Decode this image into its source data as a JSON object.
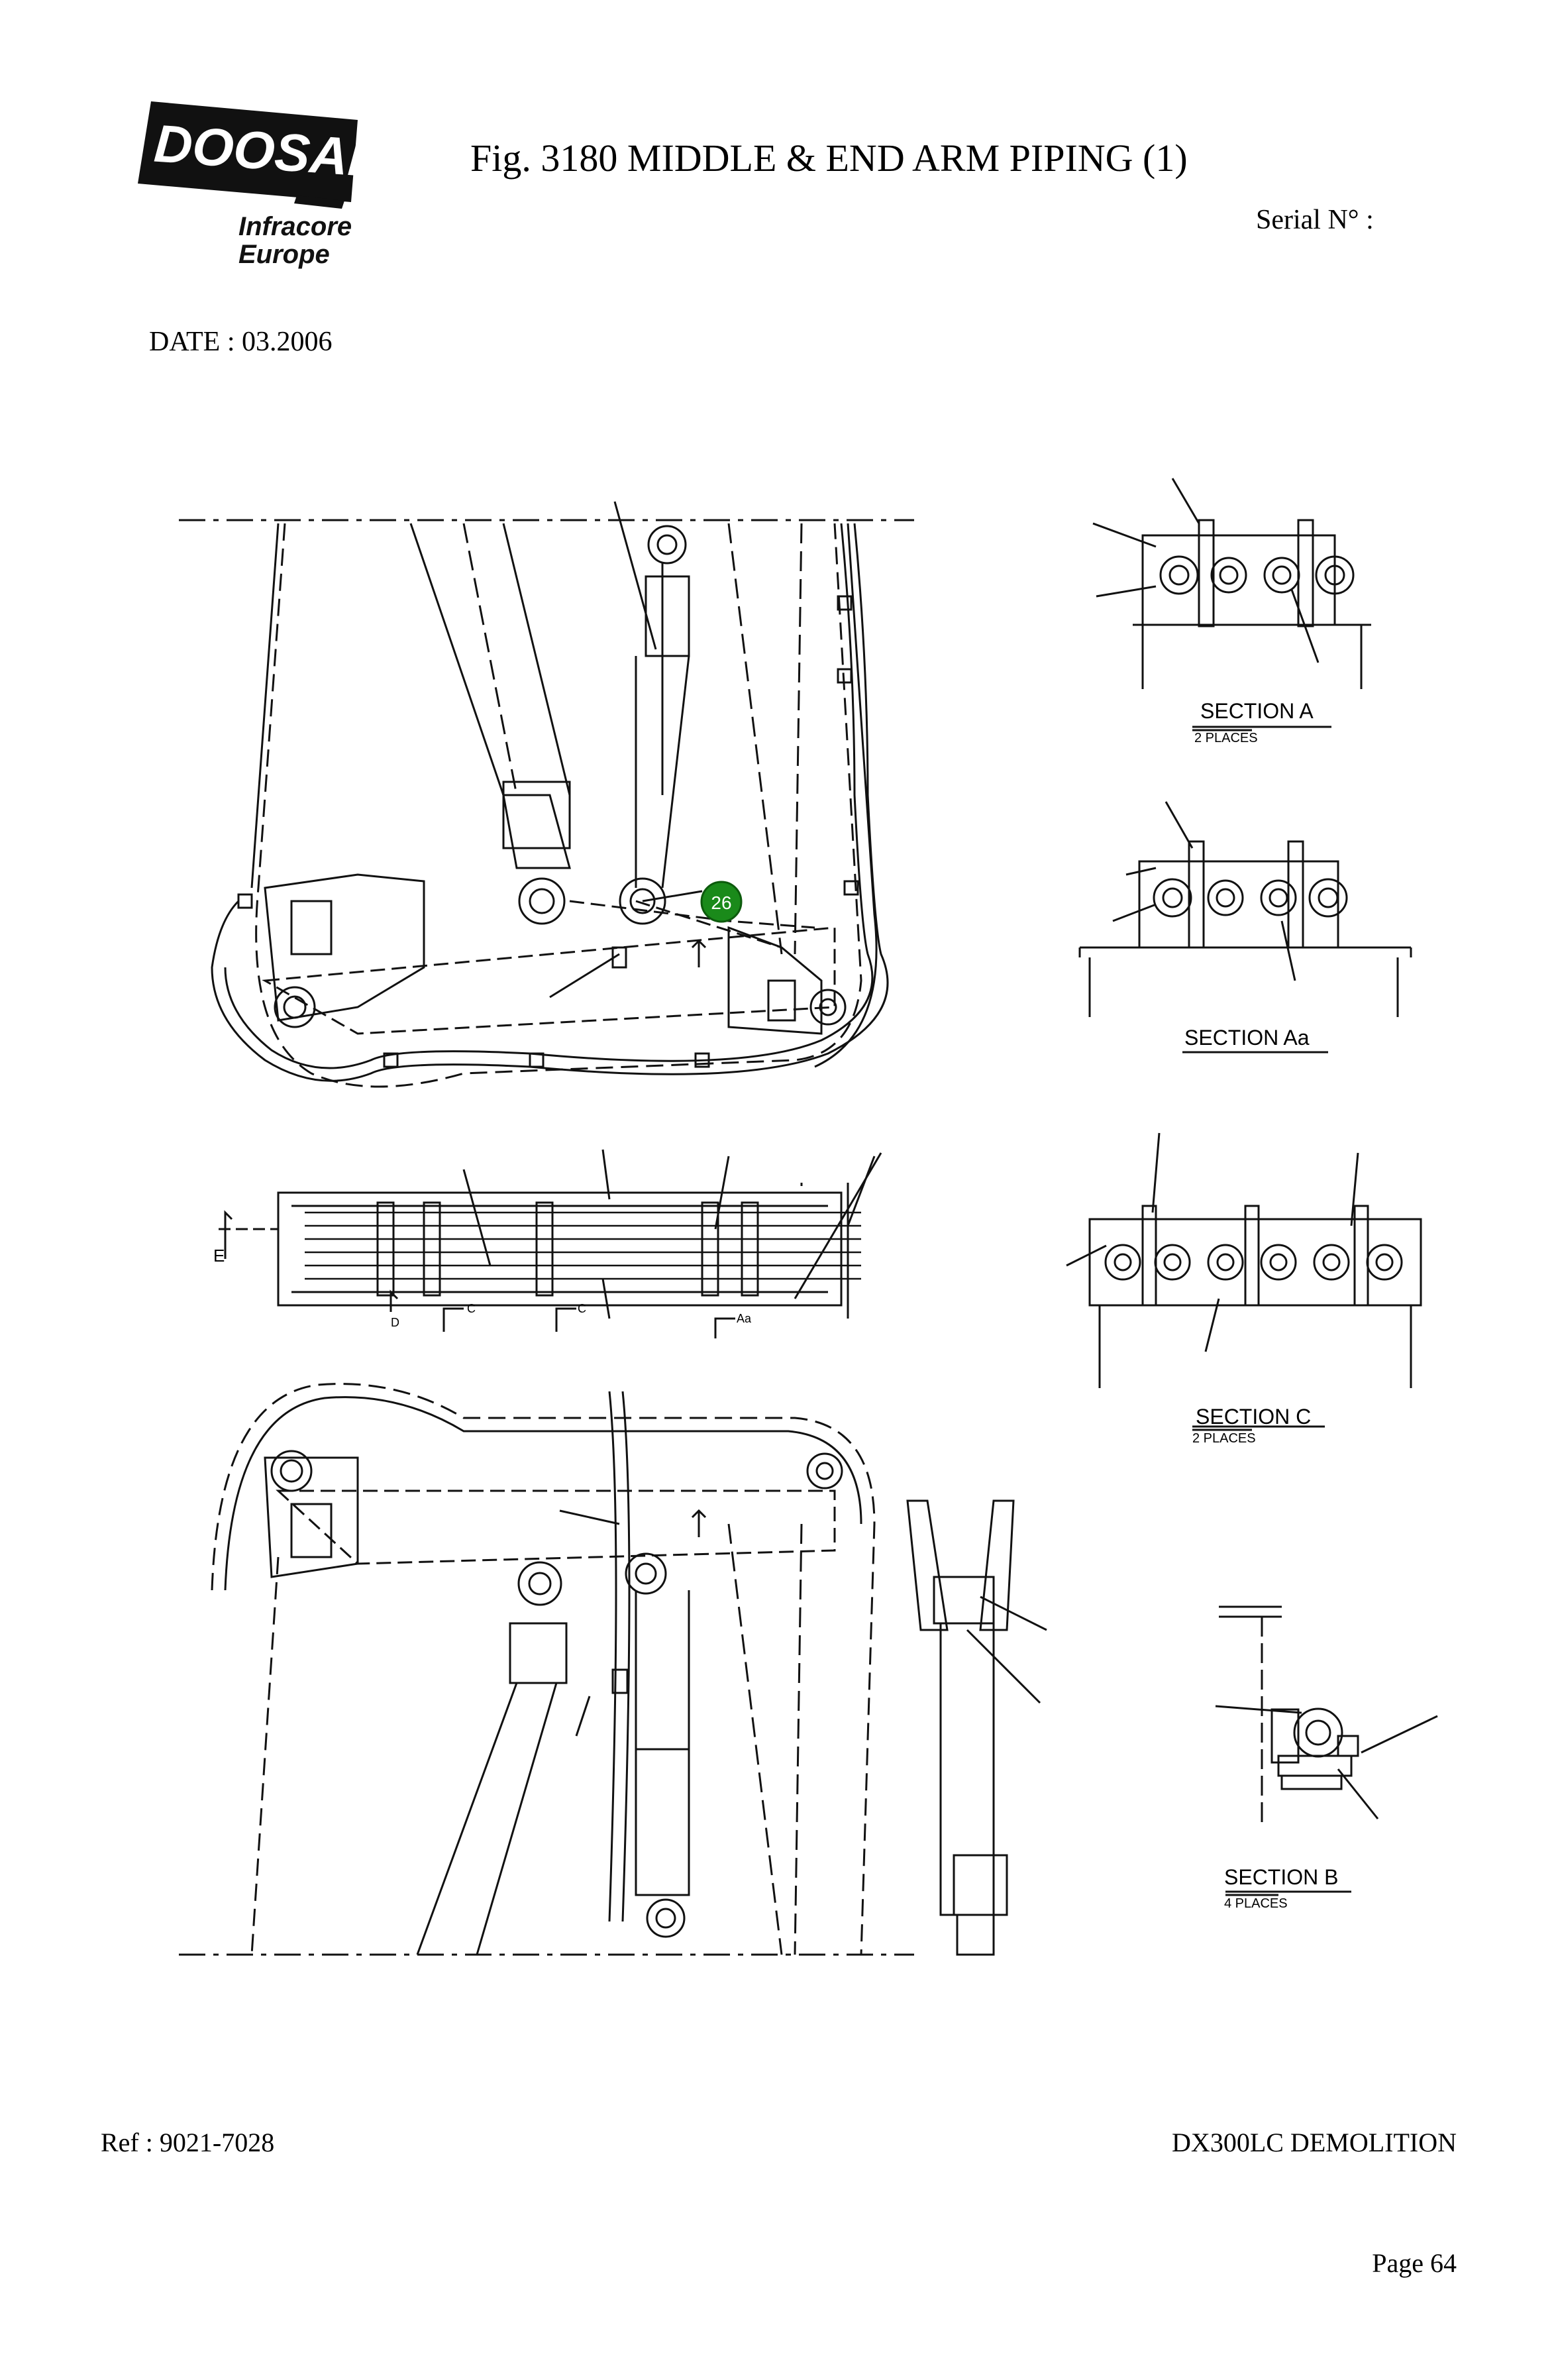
{
  "header": {
    "brand": "DOOSAN",
    "brand_line1": "Infracore",
    "brand_line2": "Europe",
    "title": "Fig. 3180   MIDDLE & END ARM PIPING (1)",
    "serial_label": "Serial N° :",
    "date_label": "DATE : 03.2006"
  },
  "drawing": {
    "callout": "26",
    "callout_color": "#1a8a1a",
    "sections": [
      {
        "title": "SECTION  A",
        "subtitle": "2 PLACES"
      },
      {
        "title": "SECTION  Aa",
        "subtitle": ""
      },
      {
        "title": "SECTION  C",
        "subtitle": "2 PLACES"
      },
      {
        "title": "SECTION  B",
        "subtitle": "4 PLACES"
      }
    ],
    "view_marks": [
      "E",
      "D",
      "C",
      "C",
      "Aa"
    ]
  },
  "footer": {
    "ref": "Ref : 9021-7028",
    "model": "DX300LC DEMOLITION",
    "page": "Page 64"
  }
}
